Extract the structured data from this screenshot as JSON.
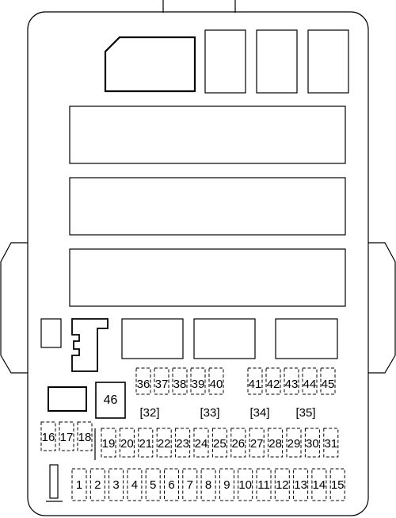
{
  "fuse_box": {
    "top_fuses": [
      "36",
      "37",
      "38",
      "39",
      "40",
      "41",
      "42",
      "43",
      "44",
      "45"
    ],
    "relay": "46",
    "groups": [
      "32",
      "33",
      "34",
      "35"
    ],
    "left_fuses": [
      "16",
      "17",
      "18"
    ],
    "middle_fuses": [
      "19",
      "20",
      "21",
      "22",
      "23",
      "24",
      "25",
      "26",
      "27",
      "28",
      "29",
      "30",
      "31"
    ],
    "bottom_fuses": [
      "1",
      "2",
      "3",
      "4",
      "5",
      "6",
      "7",
      "8",
      "9",
      "10",
      "11",
      "12",
      "13",
      "14",
      "15"
    ]
  }
}
